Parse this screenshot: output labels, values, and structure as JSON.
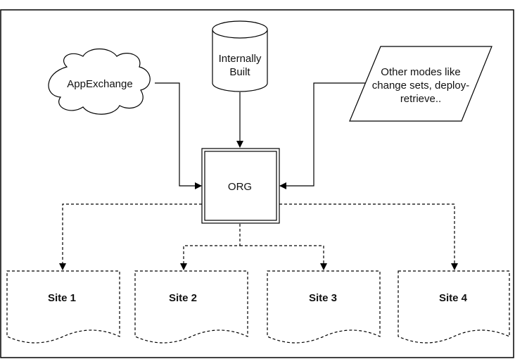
{
  "diagram": {
    "org_label": "ORG",
    "appexchange_label": "AppExchange",
    "internal": {
      "line1": "Internally",
      "line2": "Built"
    },
    "other_modes": {
      "line1": "Other modes like",
      "line2": "change sets, deploy-",
      "line3": "retrieve.."
    },
    "sites": [
      "Site 1",
      "Site 2",
      "Site 3",
      "Site 4"
    ]
  },
  "colors": {
    "stroke": "#000000",
    "text": "#111111",
    "background": "#ffffff"
  }
}
